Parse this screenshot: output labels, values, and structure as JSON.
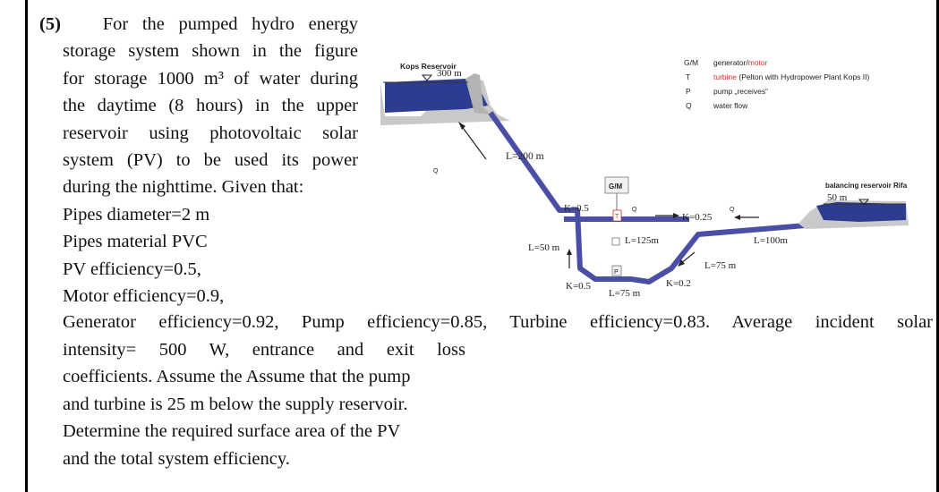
{
  "problem": {
    "number": "(5)",
    "left_lines": [
      "For the pumped hydro energy",
      "storage system shown in the figure",
      "for storage 1000 m³ of water during",
      "the daytime (8 hours) in the upper",
      "reservoir using photovoltaic solar",
      "system (PV) to be used its power",
      "during the nighttime. Given that:",
      "Pipes diameter=2 m",
      "Pipes material PVC",
      "PV efficiency=0.5,",
      "Motor efficiency=0.9,"
    ],
    "wide_line": "Generator efficiency=0.92, Pump efficiency=0.85, Turbine efficiency=0.83. Average incident solar",
    "bottom_lines": [
      "intensity= 500 W, entrance and exit loss",
      "coefficients. Assume the Assume that the pump",
      "and turbine is 25 m below the supply reservoir.",
      "Determine the required surface area of the PV",
      "and the total system efficiency."
    ]
  },
  "figure": {
    "upper_reservoir": "Kops Reservoir",
    "upper_elevation": "300 m",
    "lower_reservoir": "balancing reservoir Rifa",
    "lower_elevation": "50 m",
    "legend": [
      {
        "key": "G/M",
        "text": "generator/",
        "text_accent": "motor"
      },
      {
        "key": "T",
        "text": "",
        "text_accent": "turbine",
        "text_after": " (Pelton with Hydropower Plant Kops II)"
      },
      {
        "key": "P",
        "text": "pump „receives“",
        "text_accent": ""
      },
      {
        "key": "Q",
        "text": "water flow",
        "text_accent": ""
      }
    ],
    "labels": {
      "penstock_length": "L=200 m",
      "k_top_left": "K=0.5",
      "k_top_right": "K=0.25",
      "vertical_left": "L=50 m",
      "vertical_mid": "L=125m",
      "right_length": "L=100m",
      "diag_length": "L=75 m",
      "k_bottom_left": "K=0.5",
      "k_bottom_right": "K=0.2",
      "bottom_length": "L=75 m",
      "gm_box": "G/M",
      "t_box": "T",
      "p_box": "P",
      "q": "Q"
    },
    "colors": {
      "water": "#2e3c8f",
      "pipe": "#4a4fa5",
      "rock": "#c9c9c9",
      "accent": "#c0392b"
    }
  }
}
